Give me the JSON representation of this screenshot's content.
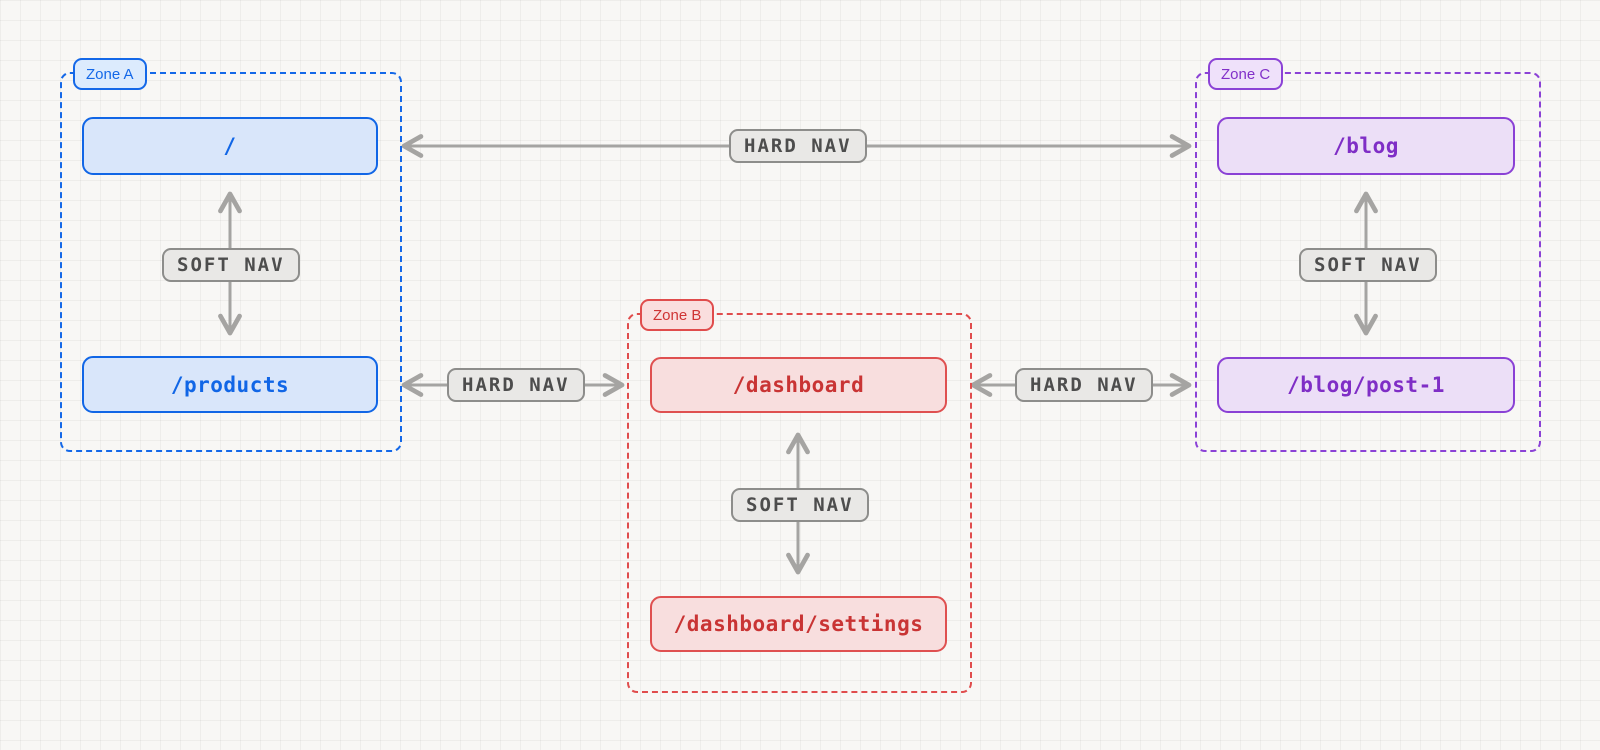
{
  "diagram": {
    "zones": [
      {
        "label": "Zone A",
        "accent": "#1468e8",
        "node_fill": "#d9e6fa",
        "nodes": [
          {
            "label": "/"
          },
          {
            "label": "/products"
          }
        ],
        "soft_nav_label": "SOFT NAV"
      },
      {
        "label": "Zone B",
        "accent": "#e04c4c",
        "node_fill": "#f8dede",
        "nodes": [
          {
            "label": "/dashboard"
          },
          {
            "label": "/dashboard/settings"
          }
        ],
        "soft_nav_label": "SOFT NAV"
      },
      {
        "label": "Zone C",
        "accent": "#8b42d6",
        "node_fill": "#ecdff7",
        "nodes": [
          {
            "label": "/blog"
          },
          {
            "label": "/blog/post-1"
          }
        ],
        "soft_nav_label": "SOFT NAV"
      }
    ],
    "hard_nav_edges": [
      {
        "label": "HARD NAV",
        "from": "/",
        "to": "/blog",
        "bidirectional": true
      },
      {
        "label": "HARD NAV",
        "from": "/products",
        "to": "/dashboard",
        "bidirectional": true
      },
      {
        "label": "HARD NAV",
        "from": "/dashboard",
        "to": "/blog/post-1",
        "bidirectional": true
      }
    ],
    "colors": {
      "arrow_gray": "#a5a4a2",
      "label_bg": "#e9e8e6",
      "label_border": "#8d8d8b",
      "label_text": "#4d4d4d",
      "background": "#f8f7f5"
    }
  }
}
